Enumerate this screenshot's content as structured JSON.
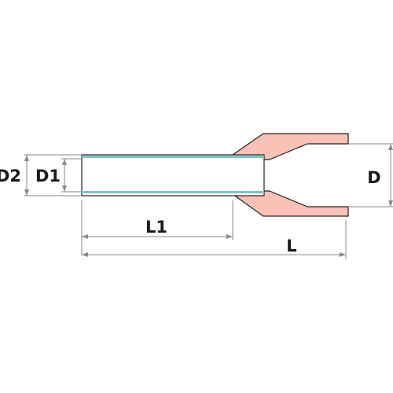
{
  "labels": {
    "d2": "D2",
    "d1": "D1",
    "d": "D",
    "l1": "L1",
    "l": "L"
  },
  "colors": {
    "sleeve_fill": "#fac1b6",
    "sleeve_stroke": "#231f20",
    "tube_stripe": "#7fc4c3",
    "dimension_line": "#8a8a8a",
    "text": "#1a1a1a"
  }
}
